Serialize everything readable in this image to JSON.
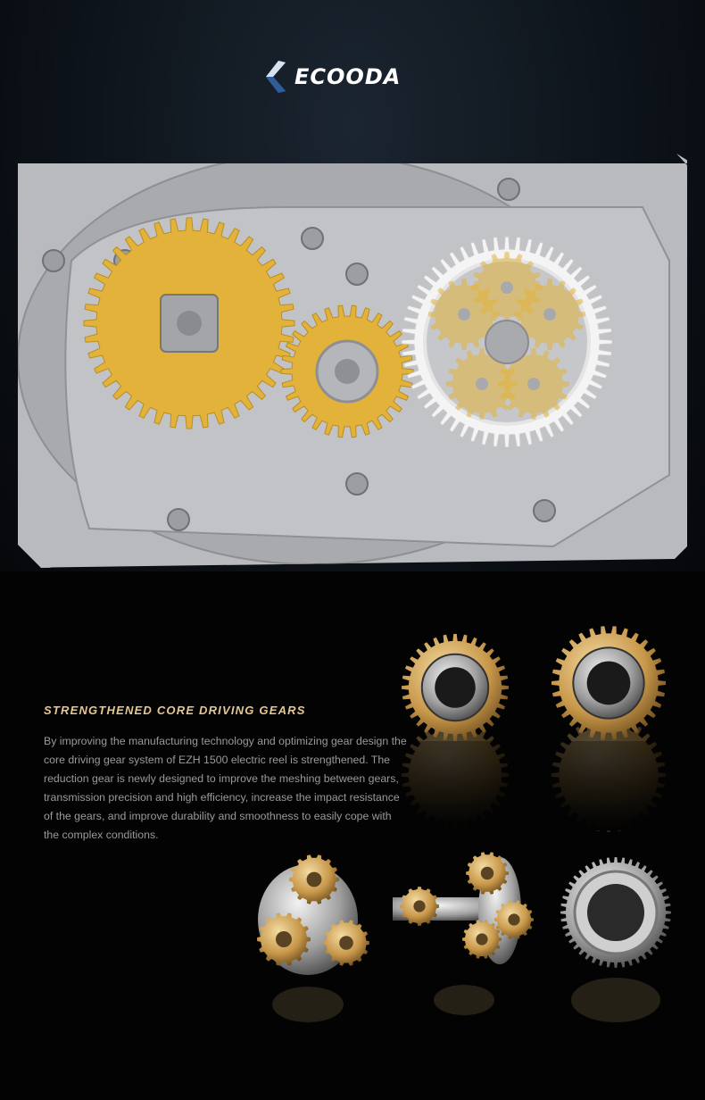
{
  "brand": {
    "name": "ECOODA"
  },
  "feature": {
    "heading": "STRENGTHENED CORE DRIVING GEARS",
    "description": "By improving the manufacturing technology and optimizing gear design the core driving gear system of EZH 1500 electric reel is strengthened. The reduction gear is newly designed to improve the meshing between gears, transmission precision and high efficiency, increase the impact resistance of the gears, and improve durability and smoothness to easily cope with the complex conditions."
  },
  "colors": {
    "gold": "#e2b23a",
    "heading": "#e7c793",
    "text": "#9a9a9a",
    "panel": "#b9babd"
  }
}
